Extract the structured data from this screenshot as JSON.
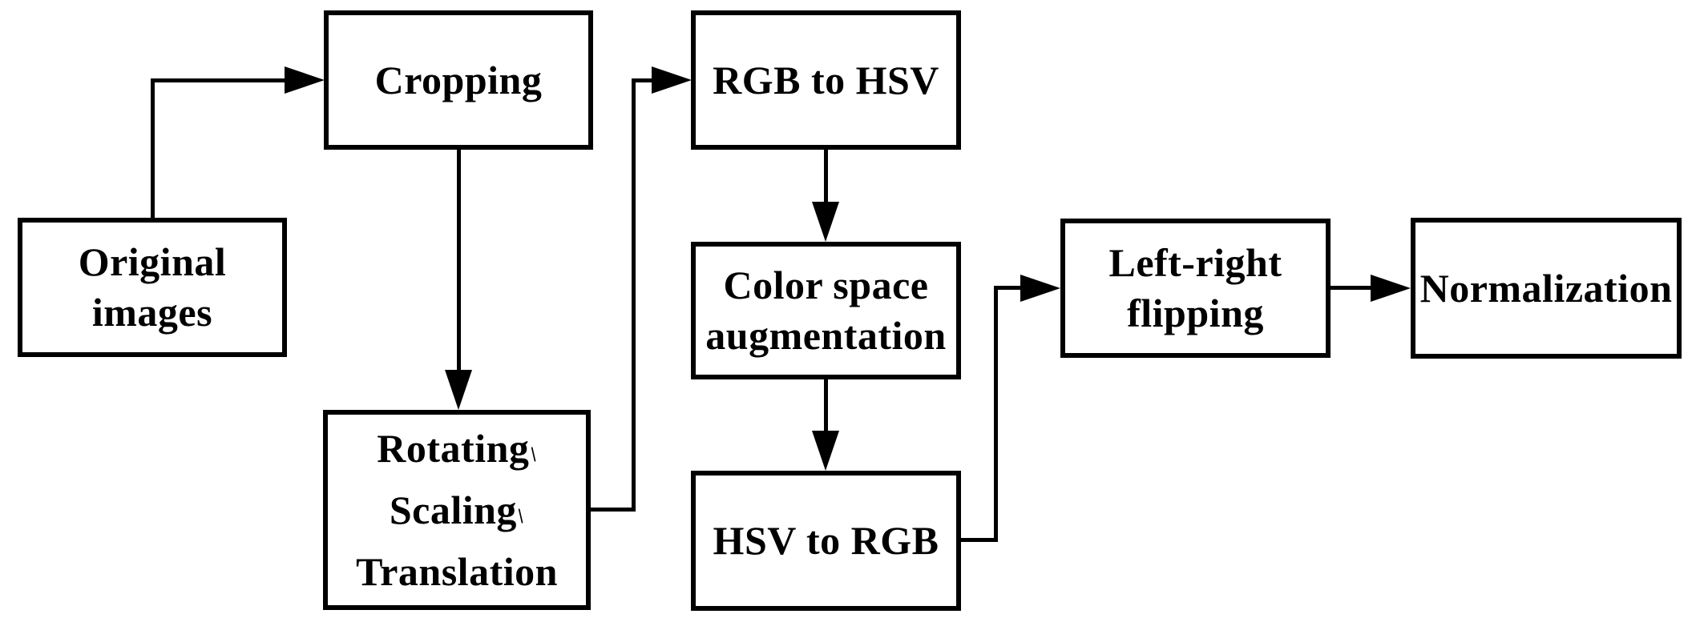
{
  "diagram": {
    "type": "flowchart",
    "colors": {
      "line": "#000000",
      "text": "#000000",
      "background": "#ffffff"
    },
    "nodes": [
      {
        "id": "original-images",
        "label": "Original images",
        "lines": [
          "Original",
          "images"
        ]
      },
      {
        "id": "cropping",
        "label": "Cropping",
        "lines": [
          "Cropping"
        ]
      },
      {
        "id": "rgb-to-hsv",
        "label": "RGB to HSV",
        "lines": [
          "RGB to HSV"
        ]
      },
      {
        "id": "color-space-augmentation",
        "label": "Color space augmentation",
        "lines": [
          "Color space",
          "augmentation"
        ]
      },
      {
        "id": "rotating-scaling-translation",
        "label": "Rotating、Scaling、Translation",
        "lines": [
          "Rotating、",
          "Scaling、",
          "Translation"
        ]
      },
      {
        "id": "hsv-to-rgb",
        "label": "HSV to RGB",
        "lines": [
          "HSV to RGB"
        ]
      },
      {
        "id": "left-right-flipping",
        "label": "Left-right flipping",
        "lines": [
          "Left-right",
          "flipping"
        ]
      },
      {
        "id": "normalization",
        "label": "Normalization",
        "lines": [
          "Normalization"
        ]
      }
    ],
    "edges": [
      {
        "from": "original-images",
        "to": "cropping"
      },
      {
        "from": "cropping",
        "to": "rotating-scaling-translation"
      },
      {
        "from": "rotating-scaling-translation",
        "to": "rgb-to-hsv"
      },
      {
        "from": "rgb-to-hsv",
        "to": "color-space-augmentation"
      },
      {
        "from": "color-space-augmentation",
        "to": "hsv-to-rgb"
      },
      {
        "from": "hsv-to-rgb",
        "to": "left-right-flipping"
      },
      {
        "from": "left-right-flipping",
        "to": "normalization"
      }
    ]
  }
}
